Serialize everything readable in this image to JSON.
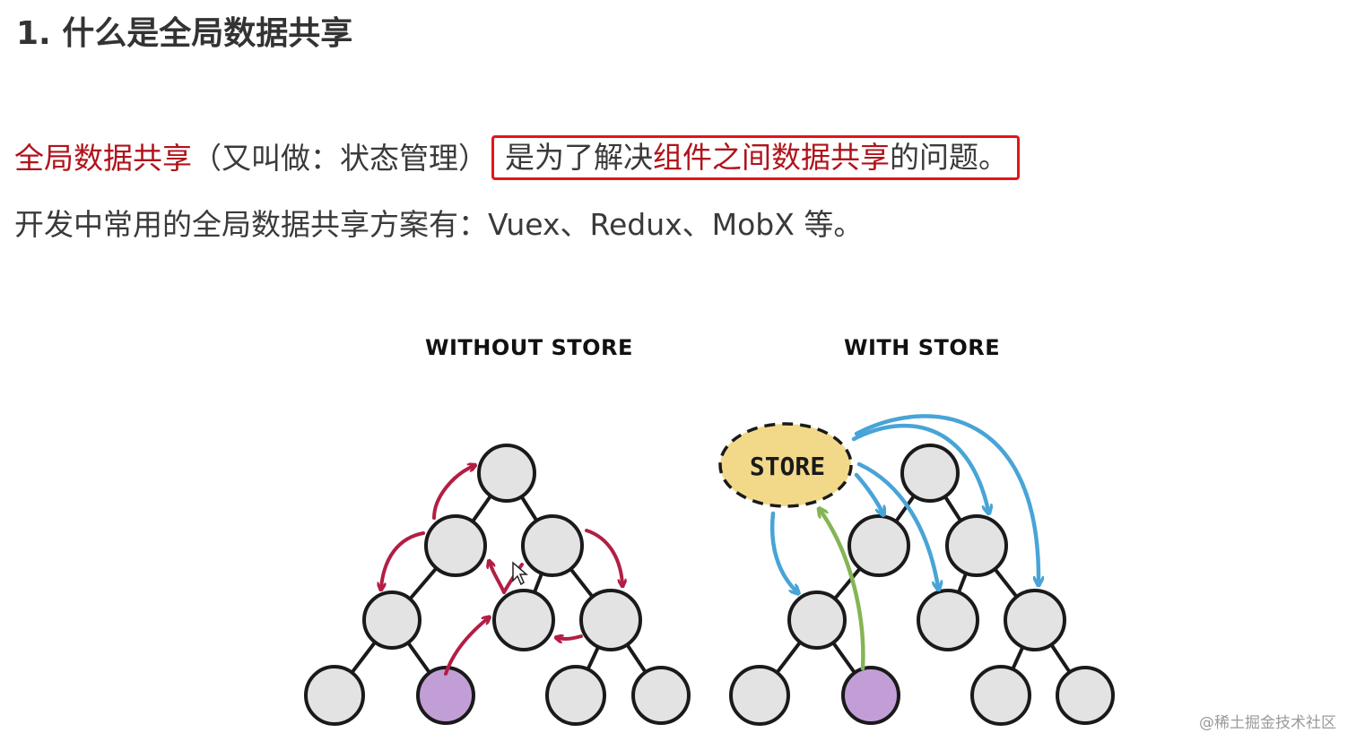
{
  "heading": "1. 什么是全局数据共享",
  "definition": {
    "term": "全局数据共享",
    "alias": "（又叫做：状态管理）",
    "boxed_prefix": "是为了解决",
    "boxed_highlight": "组件之间数据共享",
    "boxed_suffix": "的问题。"
  },
  "solutions_line": "开发中常用的全局数据共享方案有：Vuex、Redux、MobX 等。",
  "diagram": {
    "left_title": "WITHOUT STORE",
    "right_title": "WITH STORE",
    "store_label": "STORE",
    "colors": {
      "node_fill": "#e3e3e3",
      "node_stroke": "#1a1a1a",
      "source_node_fill": "#c19fd6",
      "local_arrow": "#b21e44",
      "store_arrow": "#48a4d6",
      "update_arrow": "#84b554",
      "store_fill": "#f2d98a"
    }
  },
  "watermark": "@稀土掘金技术社区"
}
